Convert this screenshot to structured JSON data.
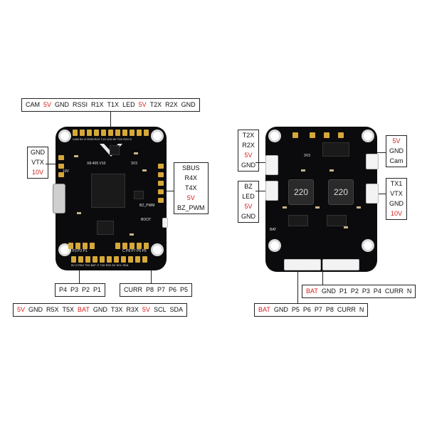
{
  "left_board": {
    "top_label": [
      {
        "text": "CAM",
        "red": false
      },
      {
        "text": "5V",
        "red": true
      },
      {
        "text": "GND",
        "red": false
      },
      {
        "text": "RSSI",
        "red": false
      },
      {
        "text": "R1X",
        "red": false
      },
      {
        "text": "T1X",
        "red": false
      },
      {
        "text": "LED",
        "red": false
      },
      {
        "text": "5V",
        "red": true
      },
      {
        "text": "T2X",
        "red": false
      },
      {
        "text": "R2X",
        "red": false
      },
      {
        "text": "GND",
        "red": false
      }
    ],
    "left_label": [
      {
        "text": "GND",
        "red": false
      },
      {
        "text": "VTX",
        "red": false
      },
      {
        "text": "10V",
        "red": true
      }
    ],
    "right_label": [
      {
        "text": "SBUS",
        "red": false
      },
      {
        "text": "R4X",
        "red": false
      },
      {
        "text": "T4X",
        "red": false
      },
      {
        "text": "5V",
        "red": true
      },
      {
        "text": "BZ_PWM",
        "red": false
      }
    ],
    "bottom_label_left": [
      {
        "text": "P4",
        "red": false
      },
      {
        "text": "P3",
        "red": false
      },
      {
        "text": "P2",
        "red": false
      },
      {
        "text": "P1",
        "red": false
      }
    ],
    "bottom_label_right": [
      {
        "text": "CURR",
        "red": false
      },
      {
        "text": "P8",
        "red": false
      },
      {
        "text": "P7",
        "red": false
      },
      {
        "text": "P6",
        "red": false
      },
      {
        "text": "P5",
        "red": false
      }
    ],
    "bottom_label_long": [
      {
        "text": "5V",
        "red": true
      },
      {
        "text": "GND",
        "red": false
      },
      {
        "text": "R5X",
        "red": false
      },
      {
        "text": "T5X",
        "red": false
      },
      {
        "text": "BAT",
        "red": true
      },
      {
        "text": "GND",
        "red": false
      },
      {
        "text": "T3X",
        "red": false
      },
      {
        "text": "R3X",
        "red": false
      },
      {
        "text": "5V",
        "red": true
      },
      {
        "text": "SCL",
        "red": false
      },
      {
        "text": "SDA",
        "red": false
      }
    ],
    "silk": {
      "brand": "X8-405 V10",
      "v33": "3V3",
      "bz": "BZ_PWM",
      "boot": "BOOT",
      "tv": "10V",
      "c": "C",
      "top_row": "CAM 5V G RSSI R1X T1X LED 5V T2X R2X G",
      "bot_left": "P4 P3 P2 P1",
      "bot_right": "C P8 P7 P6 P5",
      "bot_row": "5V G R5X T5X BAT G T3X R3X 5V SCL SDA"
    }
  },
  "right_board": {
    "left_top_label": [
      {
        "text": "T2X",
        "red": false
      },
      {
        "text": "R2X",
        "red": false
      },
      {
        "text": "5V",
        "red": true
      },
      {
        "text": "GND",
        "red": false
      }
    ],
    "left_bottom_label": [
      {
        "text": "BZ",
        "red": false
      },
      {
        "text": "LED",
        "red": false
      },
      {
        "text": "5V",
        "red": true
      },
      {
        "text": "GND",
        "red": false
      }
    ],
    "right_top_label": [
      {
        "text": "5V",
        "red": true
      },
      {
        "text": "GND",
        "red": false
      },
      {
        "text": "Cam",
        "red": false
      }
    ],
    "right_bottom_label": [
      {
        "text": "TX1",
        "red": false
      },
      {
        "text": "VTX",
        "red": false
      },
      {
        "text": "GND",
        "red": false
      },
      {
        "text": "10V",
        "red": true
      }
    ],
    "bottom_label_upper": [
      {
        "text": "BAT",
        "red": true
      },
      {
        "text": "GND",
        "red": false
      },
      {
        "text": "P1",
        "red": false
      },
      {
        "text": "P2",
        "red": false
      },
      {
        "text": "P3",
        "red": false
      },
      {
        "text": "P4",
        "red": false
      },
      {
        "text": "CURR",
        "red": false
      },
      {
        "text": "N",
        "red": false
      }
    ],
    "bottom_label_lower": [
      {
        "text": "BAT",
        "red": true
      },
      {
        "text": "GND",
        "red": false
      },
      {
        "text": "P5",
        "red": false
      },
      {
        "text": "P6",
        "red": false
      },
      {
        "text": "P7",
        "red": false
      },
      {
        "text": "P8",
        "red": false
      },
      {
        "text": "CURR",
        "red": false
      },
      {
        "text": "N",
        "red": false
      }
    ],
    "silk": {
      "ind1": "220",
      "ind2": "220",
      "v3": "3V3",
      "bat": "BAT"
    }
  },
  "colors": {
    "red_text": "#d41e1e",
    "board": "#0b0b0d",
    "pad": "#d6a83a"
  }
}
